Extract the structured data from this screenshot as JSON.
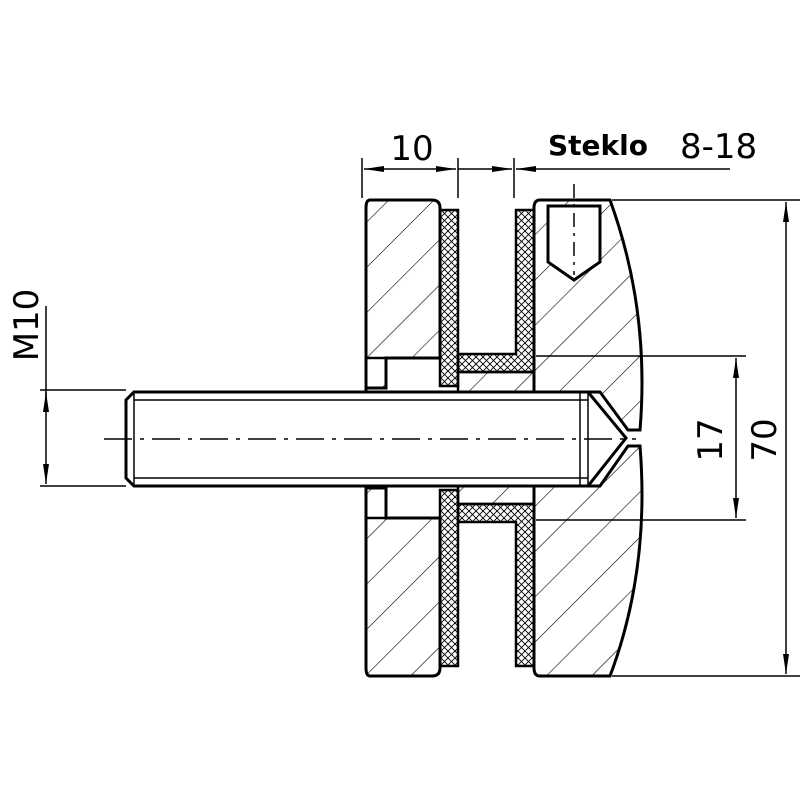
{
  "labels": {
    "material_bold": "Steklo",
    "glass_range": "8-18",
    "dim_width": "10",
    "dim_thread": "M10",
    "dim_inner": "17",
    "dim_total": "70"
  },
  "colors": {
    "stroke": "#000000",
    "background": "#ffffff"
  }
}
